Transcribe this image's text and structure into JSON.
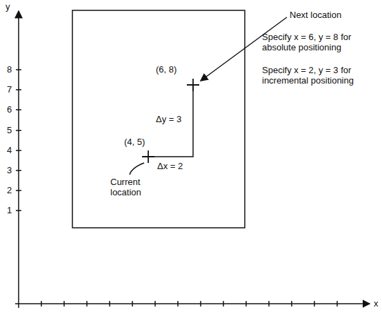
{
  "diagram": {
    "labels": [
      "y",
      "8",
      "7",
      "6",
      "5",
      "4",
      "3",
      "2",
      "1",
      "x",
      "(6, 8)",
      "(4, 5)",
      "Δy = 3",
      "Δx = 2",
      "Next location",
      "Current location",
      "Specify x = 6, y = 8 for absolute positioning",
      "Specify x = 2, y = 3 for incremental positioning"
    ]
  }
}
